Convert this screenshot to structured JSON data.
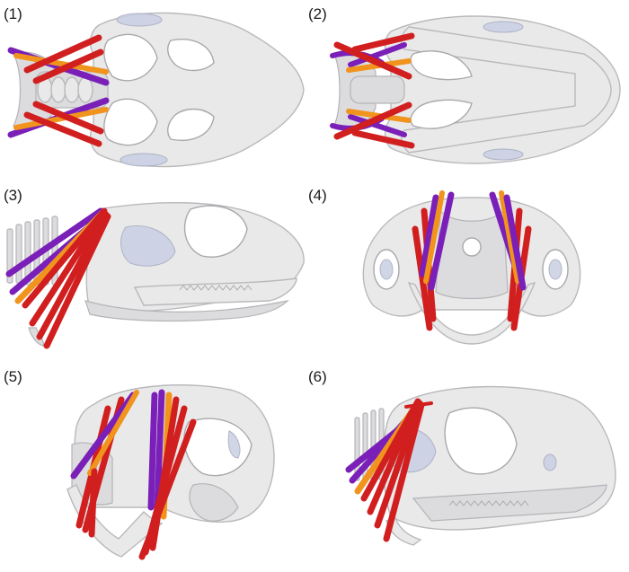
{
  "panels": [
    {
      "label": "(1)"
    },
    {
      "label": "(2)"
    },
    {
      "label": "(3)"
    },
    {
      "label": "(4)"
    },
    {
      "label": "(5)"
    },
    {
      "label": "(6)"
    }
  ],
  "colors": {
    "muscle_red": "#d11f1f",
    "muscle_orange": "#f0941d",
    "muscle_purple": "#7a1fb8",
    "bone": "#e9e9ea",
    "bone_outline": "#b9b9bc",
    "membrane": "#c9cfe3"
  }
}
